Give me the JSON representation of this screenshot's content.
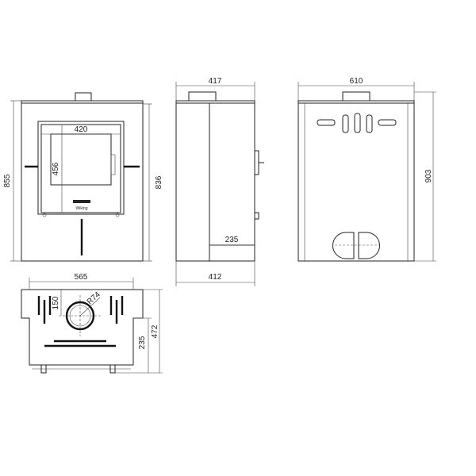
{
  "views": {
    "front": {
      "height_label": "855",
      "inner_height_label": "836",
      "window_width_label": "420",
      "window_height_label": "456",
      "logo_text": "Wiking"
    },
    "side": {
      "top_width_label": "417",
      "bottom_width_label": "412",
      "inner_depth_label": "235"
    },
    "back": {
      "width_label": "610",
      "height_label": "903"
    },
    "top": {
      "width_label": "565",
      "flue_offset_label": "150",
      "flue_radius_label": "R74",
      "flue_depth_label": "235",
      "depth_label": "472"
    }
  }
}
